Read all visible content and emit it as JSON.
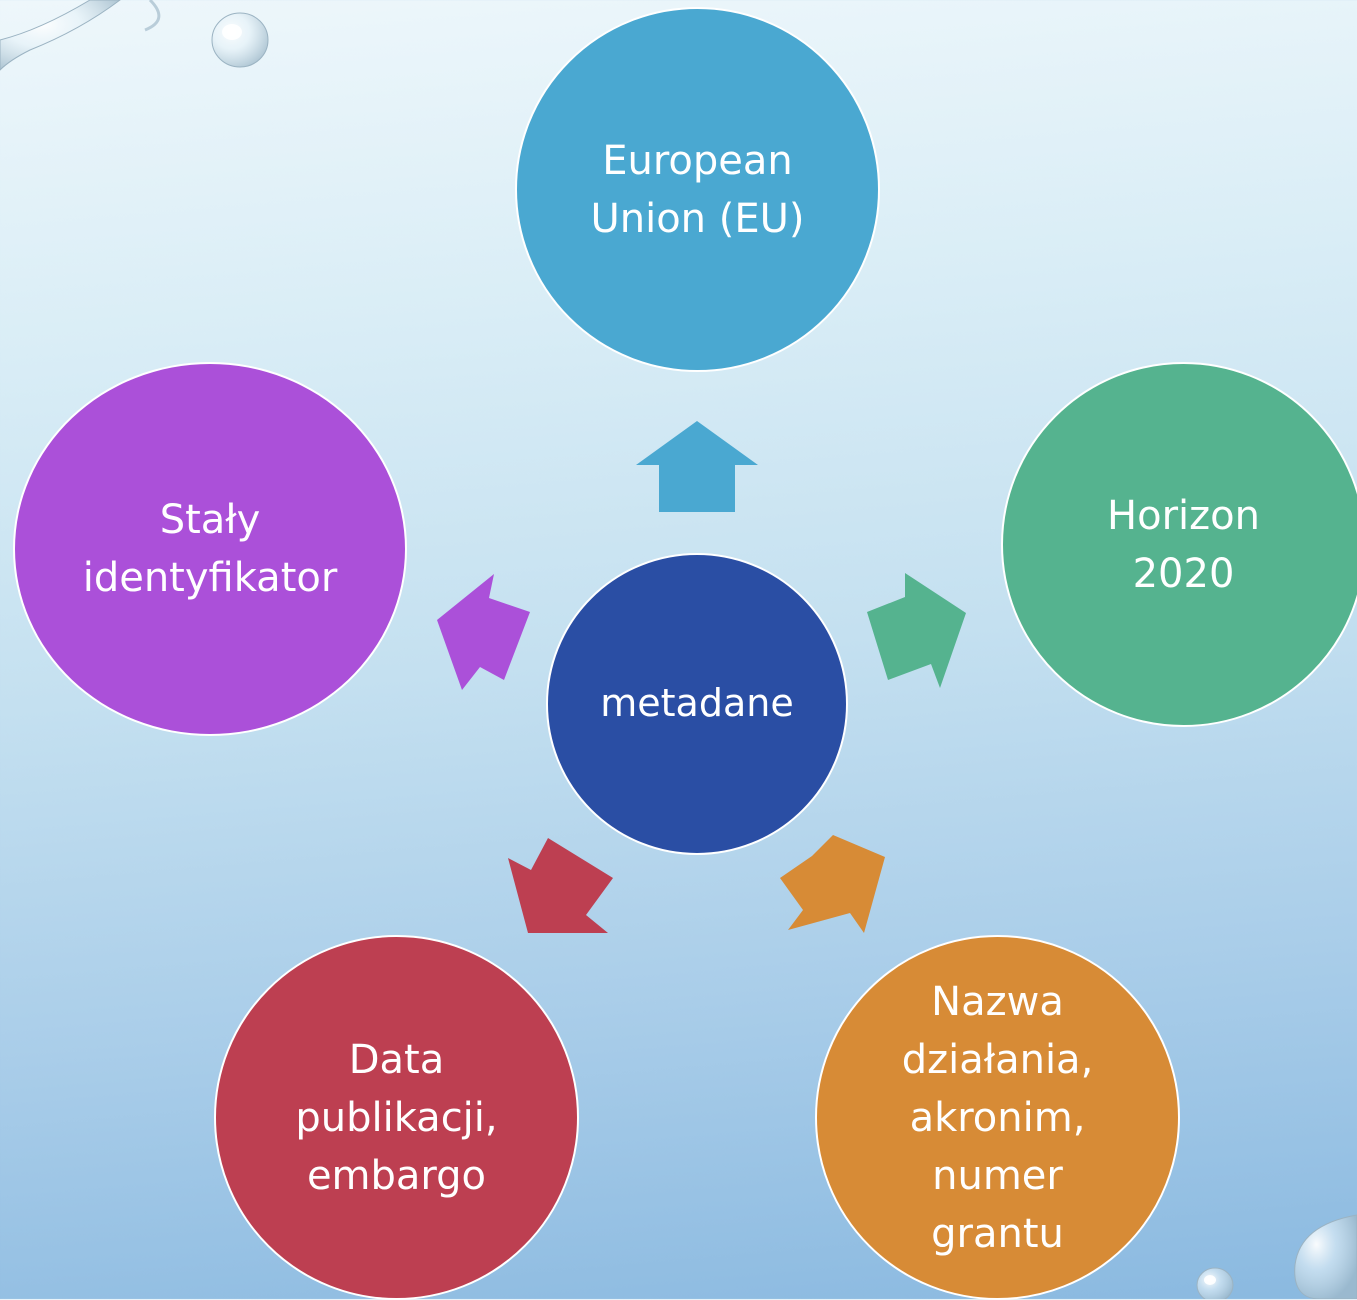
{
  "center": {
    "label": "metadane",
    "color": "#2a4ea4"
  },
  "nodes": {
    "eu": {
      "label": "European\nUnion (EU)",
      "color": "#4aa8d1"
    },
    "horizon": {
      "label": "Horizon\n2020",
      "color": "#55b38f"
    },
    "nazwa": {
      "label": "Nazwa\ndziałania,\nakronim,\nnumer\ngrantu",
      "color": "#d78b36"
    },
    "data": {
      "label": "Data\npublikacji,\nembargo",
      "color": "#bd3f51"
    },
    "staly": {
      "label": "Stały\nidentyfikator",
      "color": "#ab50d9"
    }
  }
}
